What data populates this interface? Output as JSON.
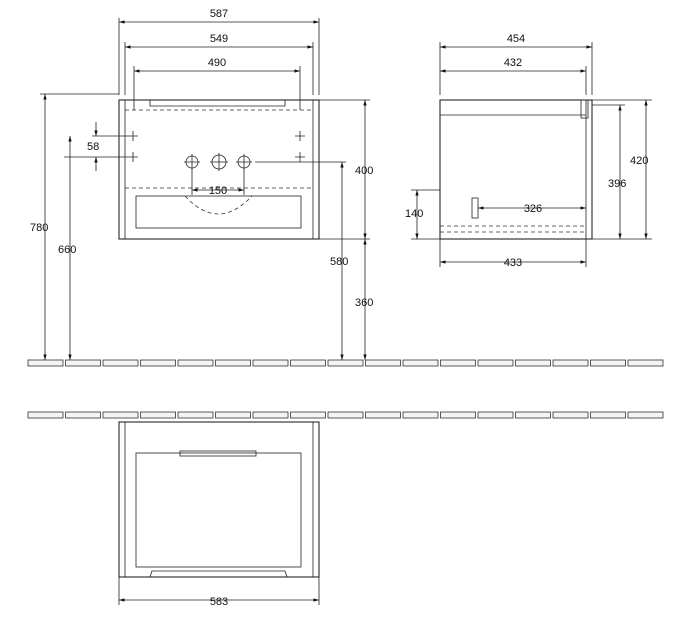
{
  "drawing": {
    "front_view": {
      "overall_width": "587",
      "inner_width": "549",
      "handle_width": "490",
      "tap_offset": "58",
      "tap_spacing": "150",
      "cabinet_height": "400",
      "top_height": "780",
      "fixing_height": "660",
      "lower_height": "580",
      "floor_clearance": "360"
    },
    "side_view": {
      "overall_depth": "454",
      "inner_depth": "432",
      "height": "420",
      "inner_height": "396",
      "siphon_height": "140",
      "siphon_depth": "326",
      "bottom_depth": "433"
    },
    "plan_view": {
      "width": "583"
    }
  }
}
